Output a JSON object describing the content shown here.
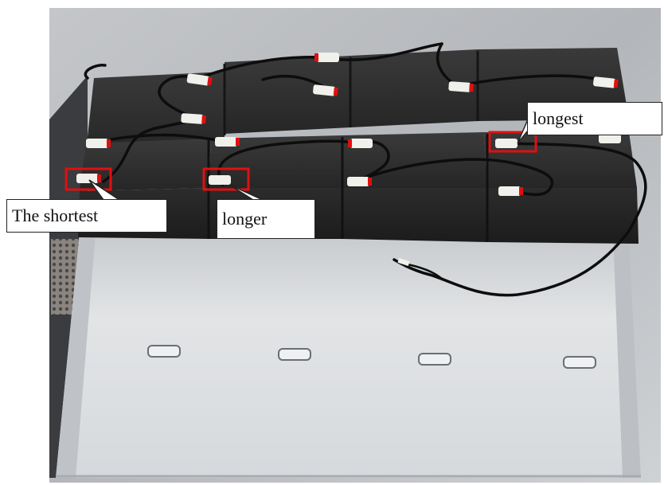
{
  "labels": {
    "shortest": "The shortest",
    "longer": "longer",
    "longest": "longest"
  },
  "colors": {
    "highlight": "#e01010",
    "battery": "#2b2b2b",
    "tray": "#d9dcdf",
    "background": "#b9bcc0"
  }
}
